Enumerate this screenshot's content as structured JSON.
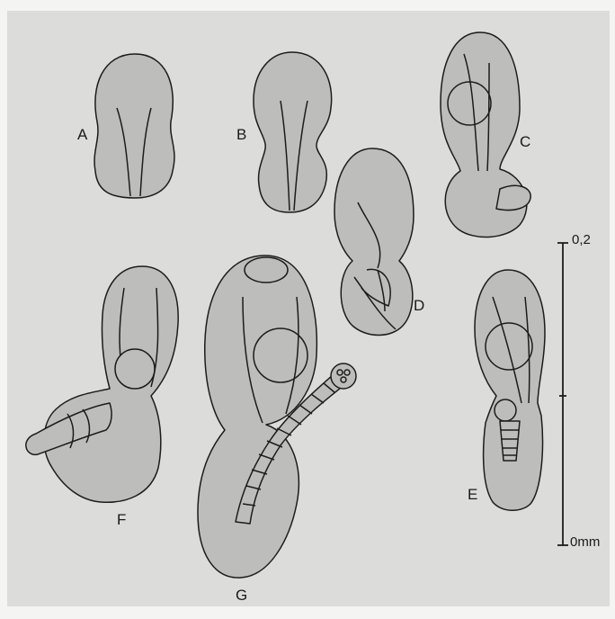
{
  "figure": {
    "stages": [
      {
        "id": "A",
        "label": "A"
      },
      {
        "id": "B",
        "label": "B"
      },
      {
        "id": "C",
        "label": "C"
      },
      {
        "id": "D",
        "label": "D"
      },
      {
        "id": "E",
        "label": "E"
      },
      {
        "id": "F",
        "label": "F"
      },
      {
        "id": "G",
        "label": "G"
      }
    ],
    "scale_bar": {
      "top_label": "0,2",
      "bottom_label": "0mm"
    }
  },
  "colors": {
    "background": "#f4f4f2",
    "plate": "#dcdcda",
    "embryo_fill": "#bdbdbb",
    "ink": "#1c1c1c"
  }
}
